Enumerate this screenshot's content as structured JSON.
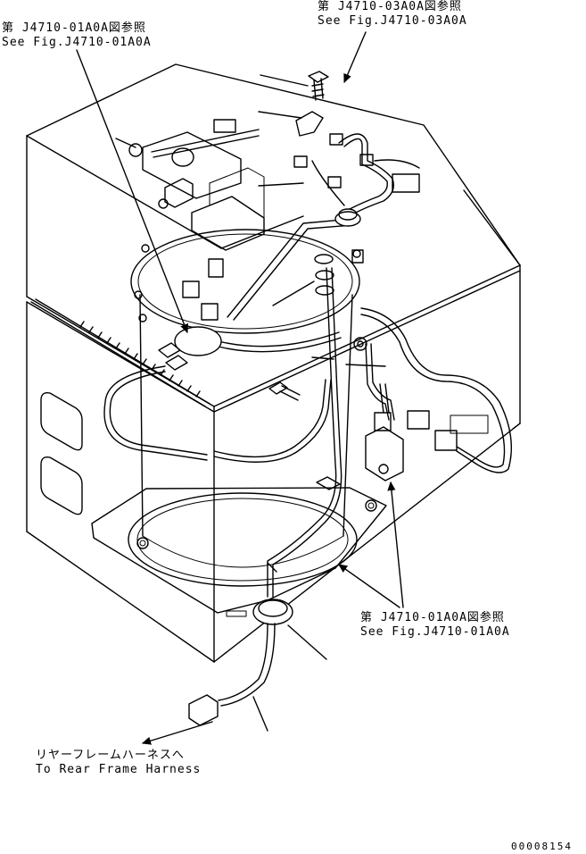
{
  "labels": {
    "top_right": {
      "jp": "第 J4710-03A0A図参照",
      "en": "See Fig.J4710-03A0A"
    },
    "top_left": {
      "jp": "第 J4710-01A0A図参照",
      "en": "See Fig.J4710-01A0A"
    },
    "mid_right": {
      "jp": "第 J4710-01A0A図参照",
      "en": "See Fig.J4710-01A0A"
    },
    "bottom": {
      "jp": "リヤーフレームハーネスへ",
      "en": "To Rear Frame Harness"
    }
  },
  "drawing_number": "00008154"
}
